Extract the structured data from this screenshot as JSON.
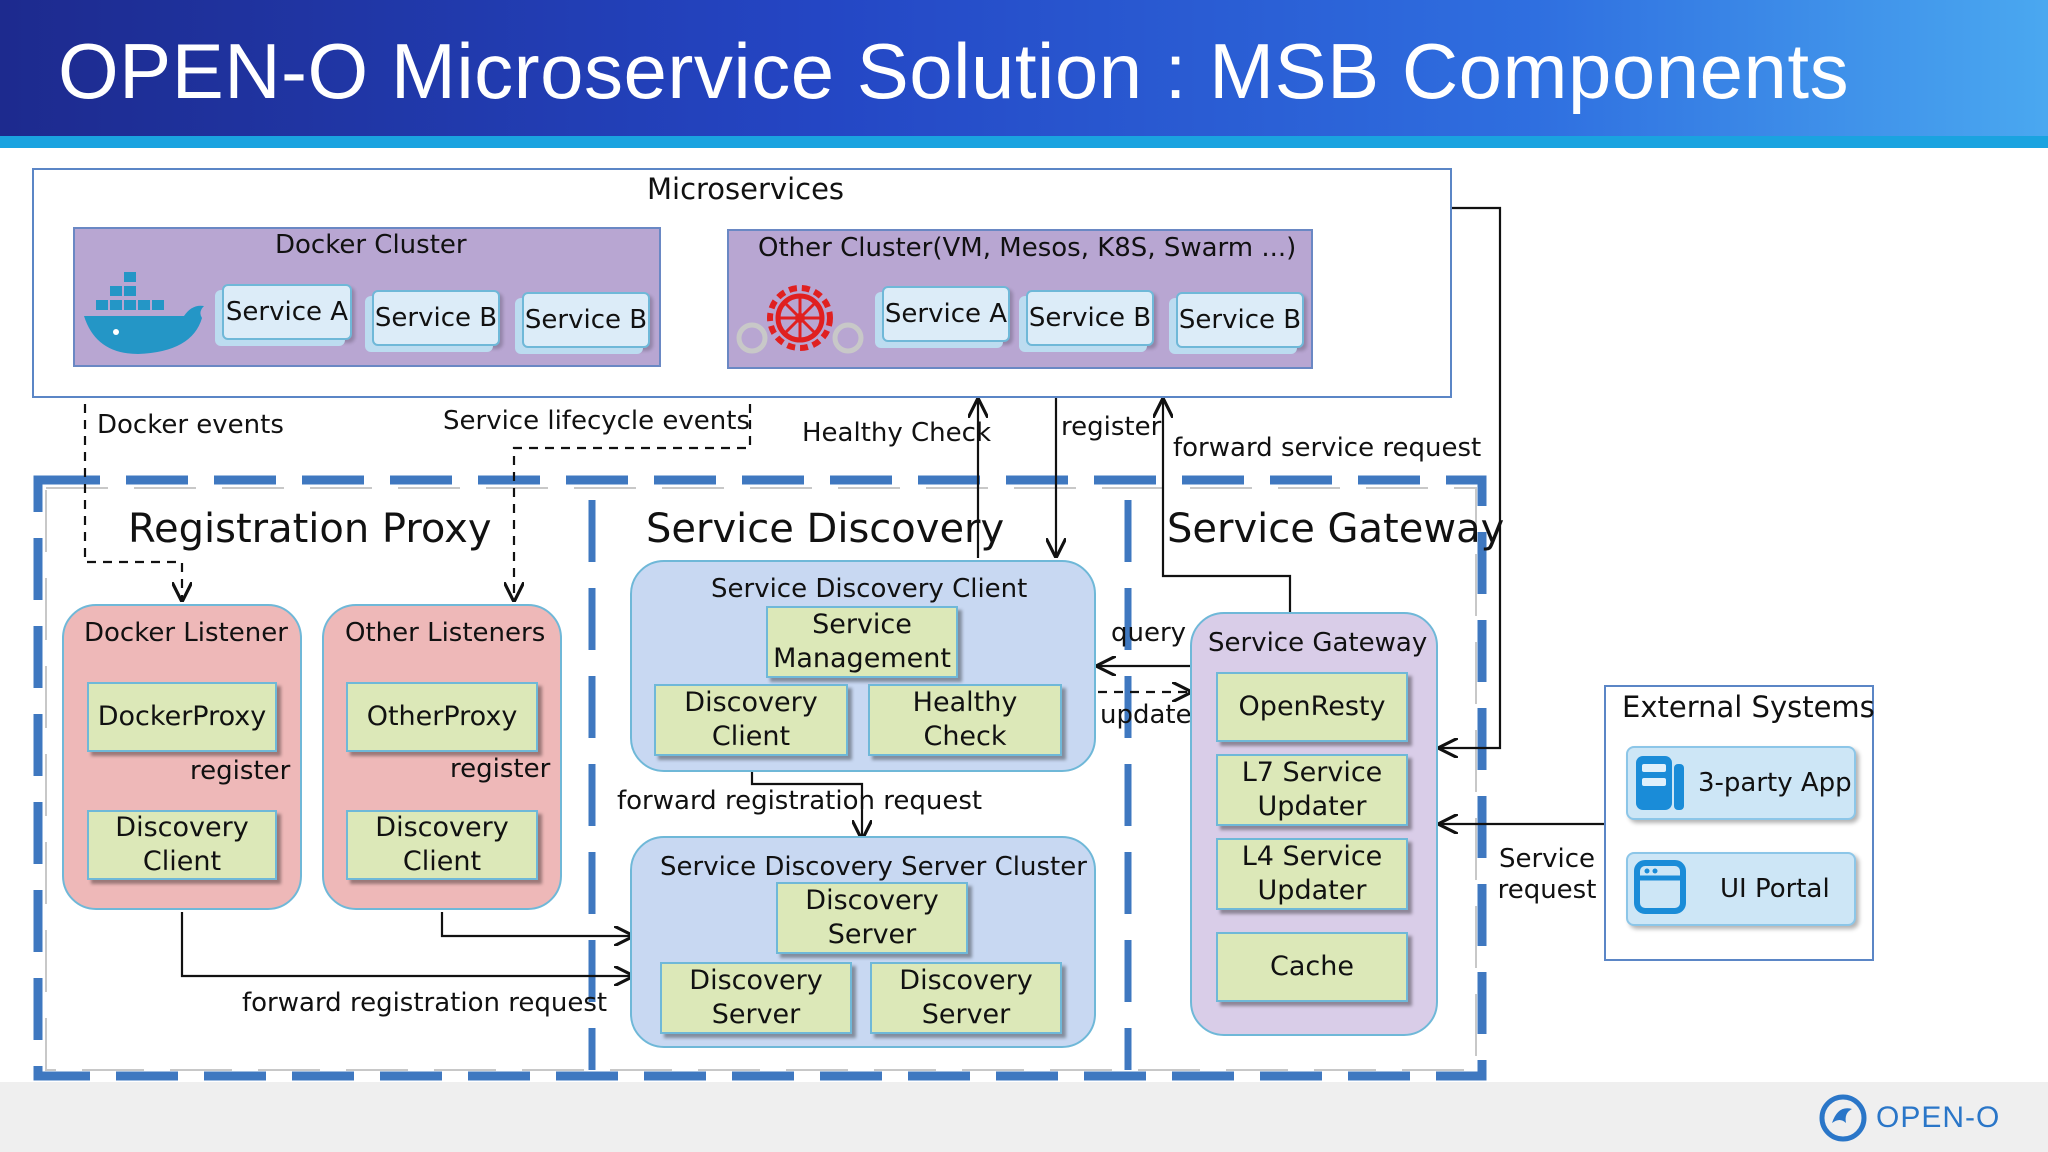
{
  "title": "OPEN-O Microservice Solution : MSB Components",
  "logo_text": "OPEN-O",
  "microservices": {
    "label": "Microservices",
    "docker_cluster": {
      "label": "Docker Cluster",
      "services": [
        "Service A",
        "Service B",
        "Service B"
      ]
    },
    "other_cluster": {
      "label": "Other Cluster(VM, Mesos, K8S, Swarm ...)",
      "services": [
        "Service A",
        "Service B",
        "Service B"
      ]
    }
  },
  "flow_labels": {
    "docker_events": "Docker events",
    "lifecycle_events": "Service lifecycle events",
    "healthy_check": "Healthy Check",
    "register": "register",
    "forward_service_request": "forward service request",
    "query": "query",
    "update": "update",
    "forward_registration_request_mid": "forward registration request",
    "forward_registration_request_bottom": "forward registration request",
    "register_docker": "register",
    "register_other": "register",
    "service_request": "Service request"
  },
  "registration_proxy": {
    "title": "Registration Proxy",
    "docker_listener": {
      "label": "Docker Listener",
      "proxy": "DockerProxy",
      "client": "Discovery Client"
    },
    "other_listeners": {
      "label": "Other Listeners",
      "proxy": "OtherProxy",
      "client": "Discovery Client"
    }
  },
  "service_discovery": {
    "title": "Service Discovery",
    "client": {
      "label": "Service Discovery Client",
      "management": "Service Management",
      "discovery_client": "Discovery Client",
      "healthy_check": "Healthy Check"
    },
    "server_cluster": {
      "label": "Service Discovery Server Cluster",
      "servers": [
        "Discovery Server",
        "Discovery Server",
        "Discovery Server"
      ]
    }
  },
  "service_gateway": {
    "title": "Service Gateway",
    "box_label": "Service Gateway",
    "items": [
      "OpenResty",
      "L7 Service Updater",
      "L4 Service Updater",
      "Cache"
    ]
  },
  "external_systems": {
    "label": "External Systems",
    "items": [
      {
        "label": "3-party App",
        "icon": "server-icon"
      },
      {
        "label": "UI Portal",
        "icon": "browser-window-icon"
      }
    ]
  },
  "colors": {
    "header_dark": "#1d2a8e",
    "header_light": "#4aa8f0",
    "cluster_purple": "#b8a6d2",
    "listener_pink": "#eeb8b8",
    "discovery_blue": "#c8d8f2",
    "gateway_purple": "#d9cde8",
    "component_green": "#dce8b8",
    "dash_blue": "#3f78c0"
  }
}
